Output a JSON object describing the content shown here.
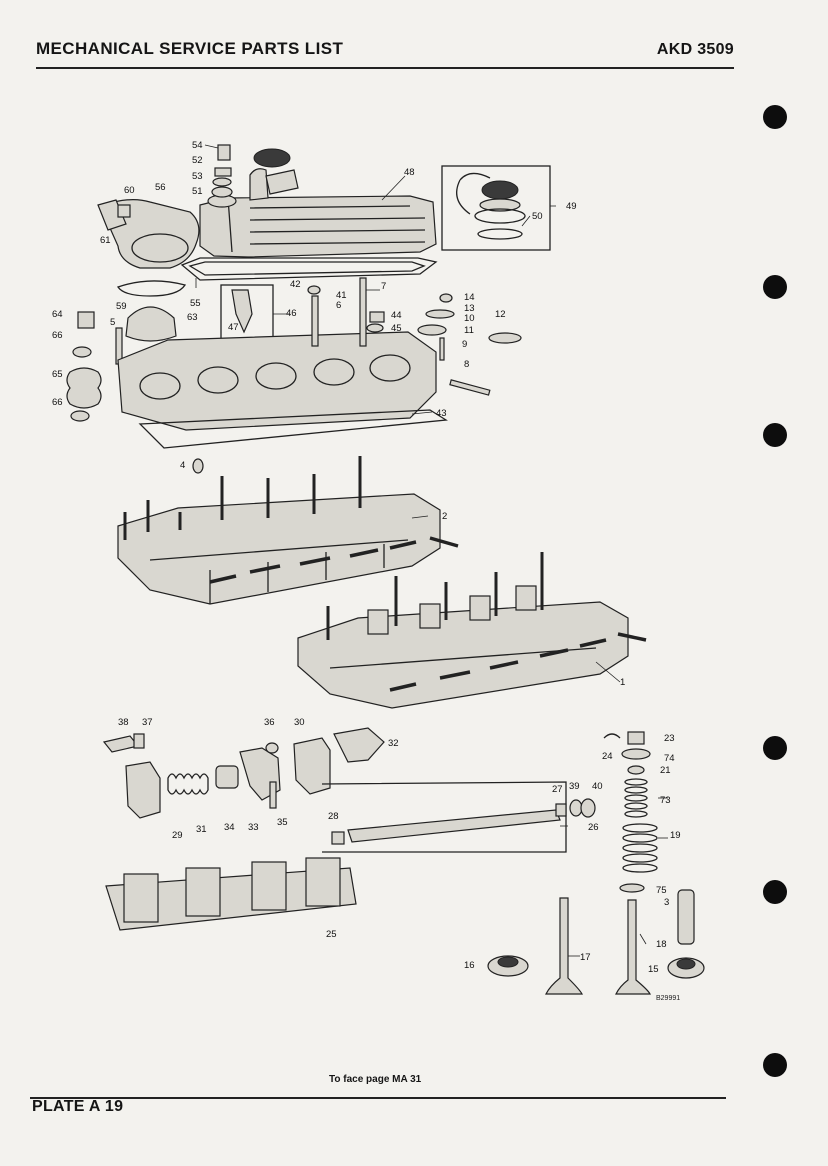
{
  "header": {
    "title": "MECHANICAL SERVICE PARTS LIST",
    "code": "AKD 3509"
  },
  "caption": "To face page MA 31",
  "footer": {
    "plate": "PLATE A 19"
  },
  "figure_ref": "B29991",
  "callouts": [
    "54",
    "52",
    "53",
    "51",
    "60",
    "56",
    "61",
    "48",
    "49",
    "50",
    "42",
    "41",
    "6",
    "7",
    "46",
    "47",
    "55",
    "59",
    "63",
    "64",
    "66",
    "5",
    "65",
    "66",
    "44",
    "45",
    "14",
    "13",
    "10",
    "11",
    "9",
    "12",
    "8",
    "43",
    "4",
    "2",
    "1",
    "38",
    "37",
    "36",
    "30",
    "32",
    "29",
    "31",
    "34",
    "33",
    "35",
    "28",
    "27",
    "39",
    "40",
    "26",
    "25",
    "24",
    "23",
    "74",
    "21",
    "73",
    "19",
    "75",
    "3",
    "18",
    "17",
    "16",
    "15"
  ]
}
